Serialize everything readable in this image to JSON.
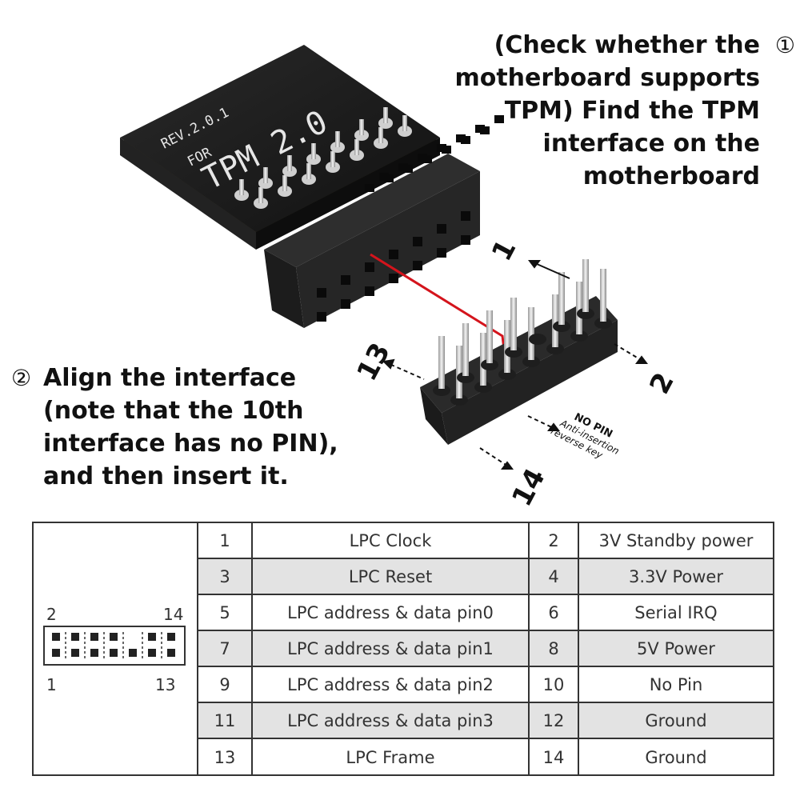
{
  "step1": {
    "circle": "①",
    "lines": [
      "(Check whether the",
      "motherboard supports",
      "TPM) Find the TPM",
      "interface on the",
      "motherboard"
    ]
  },
  "step2": {
    "circle": "②",
    "lines": [
      "Align the interface",
      "(note that the 10th",
      "interface has no PIN),",
      "and then insert it."
    ]
  },
  "board": {
    "rev": "REV.2.0.1",
    "for": "FOR",
    "model": "TPM 2.0"
  },
  "header_labels": {
    "p1": "1",
    "p2": "2",
    "p13": "13",
    "p14": "14"
  },
  "nopin": {
    "main": "NO PIN",
    "sub1": "Anti-insertion",
    "sub2": "reverse key"
  },
  "colors": {
    "red_line": "#d4141c",
    "board": "#1a1a1a",
    "shade": "#e3e3e3"
  },
  "legend": {
    "top_left": "2",
    "top_right": "14",
    "bottom_left": "1",
    "bottom_right": "13"
  },
  "table": {
    "rows": [
      [
        "1",
        "LPC Clock",
        "2",
        "3V Standby power"
      ],
      [
        "3",
        "LPC Reset",
        "4",
        "3.3V Power"
      ],
      [
        "5",
        "LPC address & data pin0",
        "6",
        "Serial IRQ"
      ],
      [
        "7",
        "LPC address & data pin1",
        "8",
        "5V Power"
      ],
      [
        "9",
        "LPC address & data pin2",
        "10",
        "No Pin"
      ],
      [
        "11",
        "LPC address & data pin3",
        "12",
        "Ground"
      ],
      [
        "13",
        "LPC Frame",
        "14",
        "Ground"
      ]
    ]
  }
}
